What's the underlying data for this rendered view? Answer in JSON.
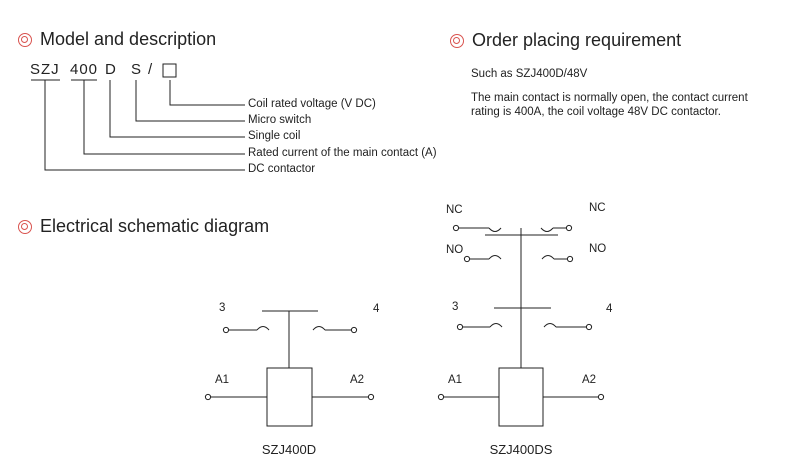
{
  "sections": {
    "model": {
      "title": "Model and description"
    },
    "order": {
      "title": "Order placing requirement"
    },
    "schematic": {
      "title": "Electrical schematic diagram"
    }
  },
  "model_code": {
    "series": "SZJ",
    "current": "400",
    "coil": "D",
    "switch": "S",
    "slash": "/"
  },
  "model_descriptions": [
    "Coil rated voltage (V DC)",
    "Micro switch",
    "Single coil",
    "Rated current of the main contact (A)",
    "DC contactor"
  ],
  "order": {
    "example": "Such as SZJ400D/48V",
    "line1": "The main contact is normally open, the contact current",
    "line2": "rating is 400A, the coil voltage 48V DC contactor."
  },
  "diagram1": {
    "left_terminal": "3",
    "right_terminal": "4",
    "coil_left": "A1",
    "coil_right": "A2",
    "caption": "SZJ400D"
  },
  "diagram2": {
    "nc_left": "NC",
    "nc_right": "NC",
    "no_left": "NO",
    "no_right": "NO",
    "left_terminal": "3",
    "right_terminal": "4",
    "coil_left": "A1",
    "coil_right": "A2",
    "caption": "SZJ400DS"
  }
}
